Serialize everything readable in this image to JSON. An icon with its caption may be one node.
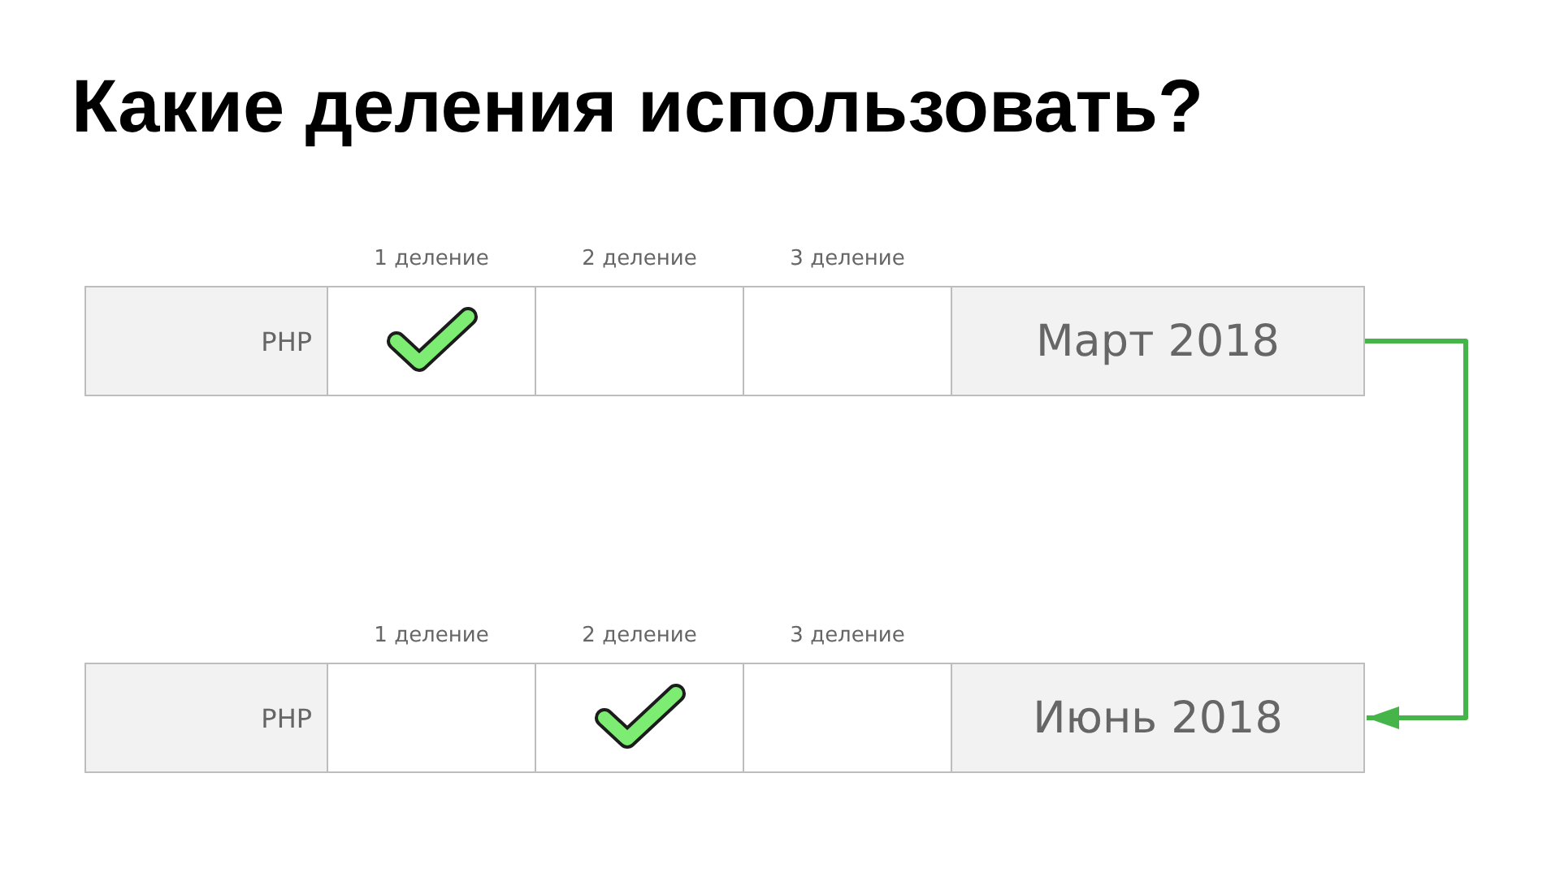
{
  "diagram": {
    "title": "Какие деления использовать?",
    "nodes": [
      {
        "text": [
          "PHP"
        ]
      },
      {
        "text": [],
        "shape": "box",
        "beside": [
          "1 деление"
        ]
      },
      {
        "text": [],
        "shape": "checkmark",
        "in": 1
      },
      {
        "text": [],
        "shape": "box",
        "beside": [
          "2 деление"
        ]
      },
      {
        "text": [],
        "shape": "box",
        "beside": [
          "3 деление"
        ]
      },
      {
        "text": [
          "Март 2018"
        ]
      },
      {
        "text": [
          "PHP"
        ]
      },
      {
        "text": [],
        "shape": "box",
        "beside": [
          "1 деление"
        ]
      },
      {
        "text": [],
        "shape": "box",
        "beside": [
          "2 деление"
        ]
      },
      {
        "text": [],
        "shape": "checkmark",
        "in": 8
      },
      {
        "text": [],
        "shape": "box",
        "beside": [
          "3 деление"
        ]
      },
      {
        "text": [
          "Июнь 2018"
        ]
      }
    ],
    "edges": [
      {
        "from": 5,
        "to": 11,
        "arrow": "to",
        "color": "#45b549"
      }
    ]
  }
}
